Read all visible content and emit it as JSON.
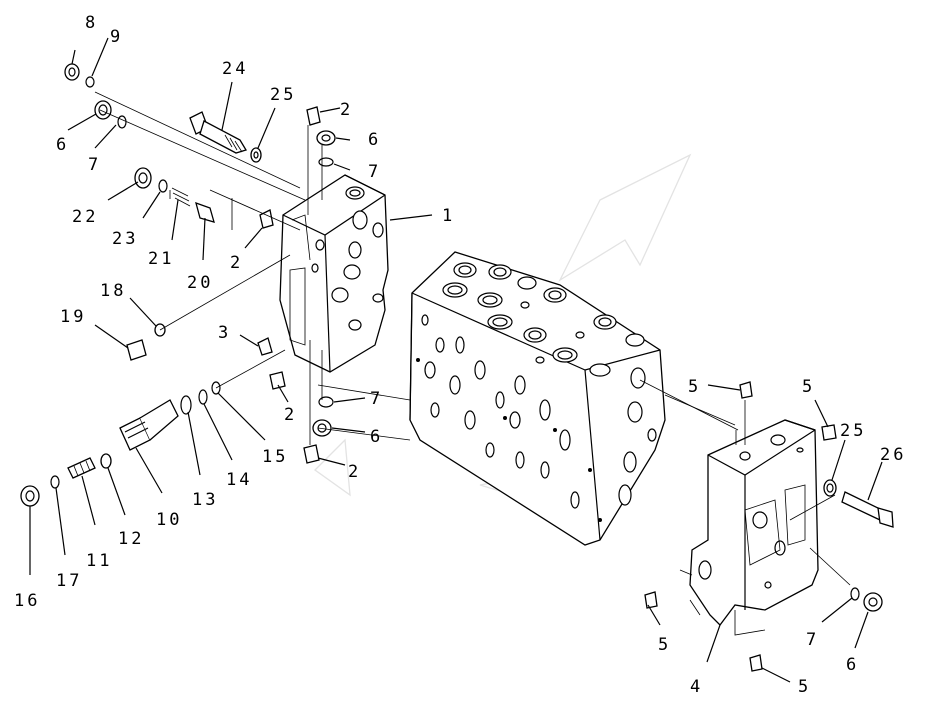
{
  "diagram": {
    "labels": [
      {
        "id": "c8",
        "text": "8"
      },
      {
        "id": "c9",
        "text": "9"
      },
      {
        "id": "c6a",
        "text": "6"
      },
      {
        "id": "c7a",
        "text": "7"
      },
      {
        "id": "c24",
        "text": "24"
      },
      {
        "id": "c25a",
        "text": "25"
      },
      {
        "id": "c2a",
        "text": "2"
      },
      {
        "id": "c6b",
        "text": "6"
      },
      {
        "id": "c7b",
        "text": "7"
      },
      {
        "id": "c1",
        "text": "1"
      },
      {
        "id": "c22",
        "text": "22"
      },
      {
        "id": "c23",
        "text": "23"
      },
      {
        "id": "c21",
        "text": "21"
      },
      {
        "id": "c20",
        "text": "20"
      },
      {
        "id": "c2b",
        "text": "2"
      },
      {
        "id": "c18",
        "text": "18"
      },
      {
        "id": "c19",
        "text": "19"
      },
      {
        "id": "c3",
        "text": "3"
      },
      {
        "id": "c2c",
        "text": "2"
      },
      {
        "id": "c7c",
        "text": "7"
      },
      {
        "id": "c6c",
        "text": "6"
      },
      {
        "id": "c2d",
        "text": "2"
      },
      {
        "id": "c15",
        "text": "15"
      },
      {
        "id": "c14",
        "text": "14"
      },
      {
        "id": "c13",
        "text": "13"
      },
      {
        "id": "c10",
        "text": "10"
      },
      {
        "id": "c12",
        "text": "12"
      },
      {
        "id": "c11",
        "text": "11"
      },
      {
        "id": "c17",
        "text": "17"
      },
      {
        "id": "c16",
        "text": "16"
      },
      {
        "id": "c5a",
        "text": "5"
      },
      {
        "id": "c5b",
        "text": "5"
      },
      {
        "id": "c25b",
        "text": "25"
      },
      {
        "id": "c26",
        "text": "26"
      },
      {
        "id": "c5c",
        "text": "5"
      },
      {
        "id": "c4",
        "text": "4"
      },
      {
        "id": "c7d",
        "text": "7"
      },
      {
        "id": "c6d",
        "text": "6"
      },
      {
        "id": "c5d",
        "text": "5"
      }
    ]
  }
}
